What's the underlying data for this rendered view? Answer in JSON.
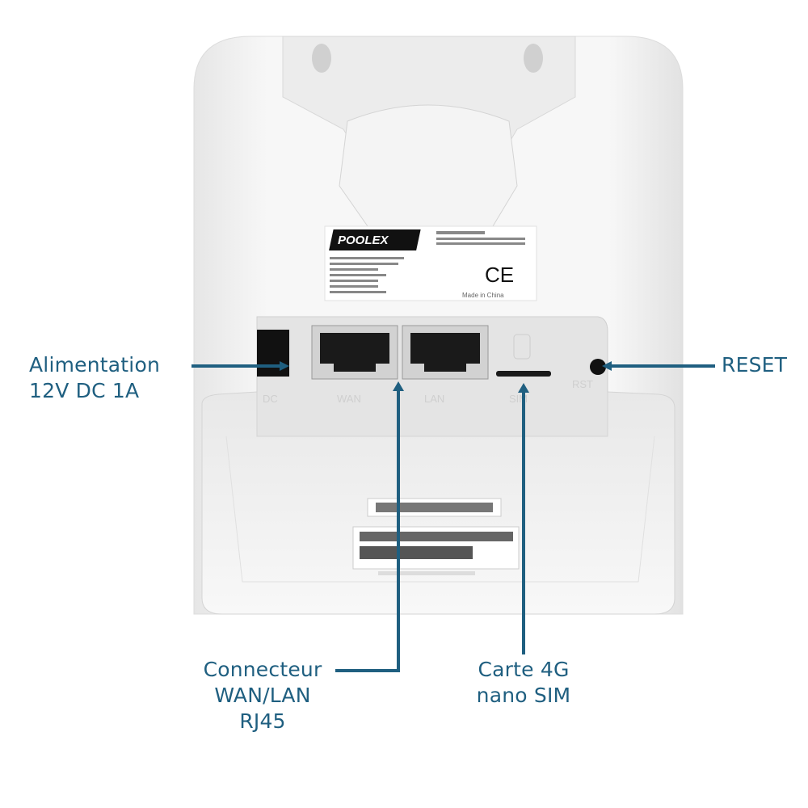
{
  "colors": {
    "annotation": "#1f5f80",
    "device_body": "#f2f2f2",
    "port_panel": "#e4e4e4",
    "port": "#1a1a1a"
  },
  "device_label": {
    "brand": "POOLEX",
    "marks": [
      "CE"
    ],
    "origin": "Made in China"
  },
  "port_labels": [
    "DC",
    "WAN",
    "LAN",
    "SIM",
    "RST"
  ],
  "callouts": {
    "power": {
      "line1": "Alimentation",
      "line2": "12V DC 1A"
    },
    "reset": {
      "line1": "RESET"
    },
    "wan_lan": {
      "line1": "Connecteur",
      "line2": "WAN/LAN",
      "line3": "RJ45"
    },
    "sim": {
      "line1": "Carte 4G",
      "line2": "nano SIM"
    }
  }
}
